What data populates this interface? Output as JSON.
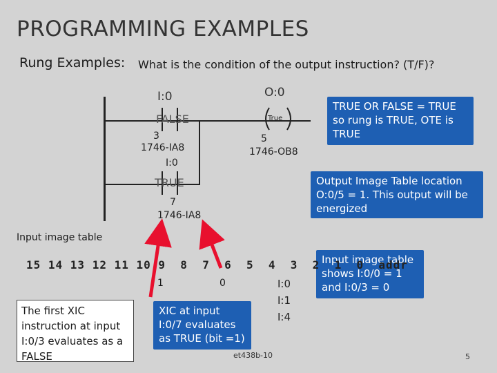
{
  "title": "PROGRAMMING EXAMPLES",
  "subtitle": "Rung Examples:",
  "question": "What  is the condition of the output instruction? (T/F)?",
  "rung": {
    "input_addr": "I:0",
    "output_addr": "O:0",
    "xic1_state": "FALSE",
    "xic1_bit": "3",
    "xic1_module": "1746-IA8",
    "xic2_addr": "I:0",
    "xic2_state": "TRUE",
    "xic2_bit": "7",
    "xic2_module": "1746-IA8",
    "ote_state": "True",
    "ote_bit": "5",
    "ote_module": "1746-OB8"
  },
  "callouts": {
    "rung_true": "TRUE OR FALSE  = TRUE so rung is TRUE, OTE is TRUE",
    "output_image": "Output Image Table location O:0/5 = 1.  This output will be energized",
    "input_image_note": "Input image table shows  I:0/0 = 1 and I:0/3 = 0",
    "first_xic": "The first XIC instruction at input I:0/3 evaluates as a FALSE",
    "xic_input7": "XIC at input I:0/7 evaluates as TRUE (bit =1)"
  },
  "input_table": {
    "label": "Input image table",
    "header": "15 14 13 12 11 10 9  8  7  6  5  4  3  2  1  0  addr",
    "row_values": [
      "1",
      "0"
    ],
    "addresses": [
      "I:0",
      "I:1",
      "I:4"
    ]
  },
  "footer_id": "et438b-10",
  "page_number": "5",
  "colors": {
    "callout_blue": "#1e5fb3",
    "arrow_red": "#e8102e",
    "background": "#d3d3d3"
  }
}
